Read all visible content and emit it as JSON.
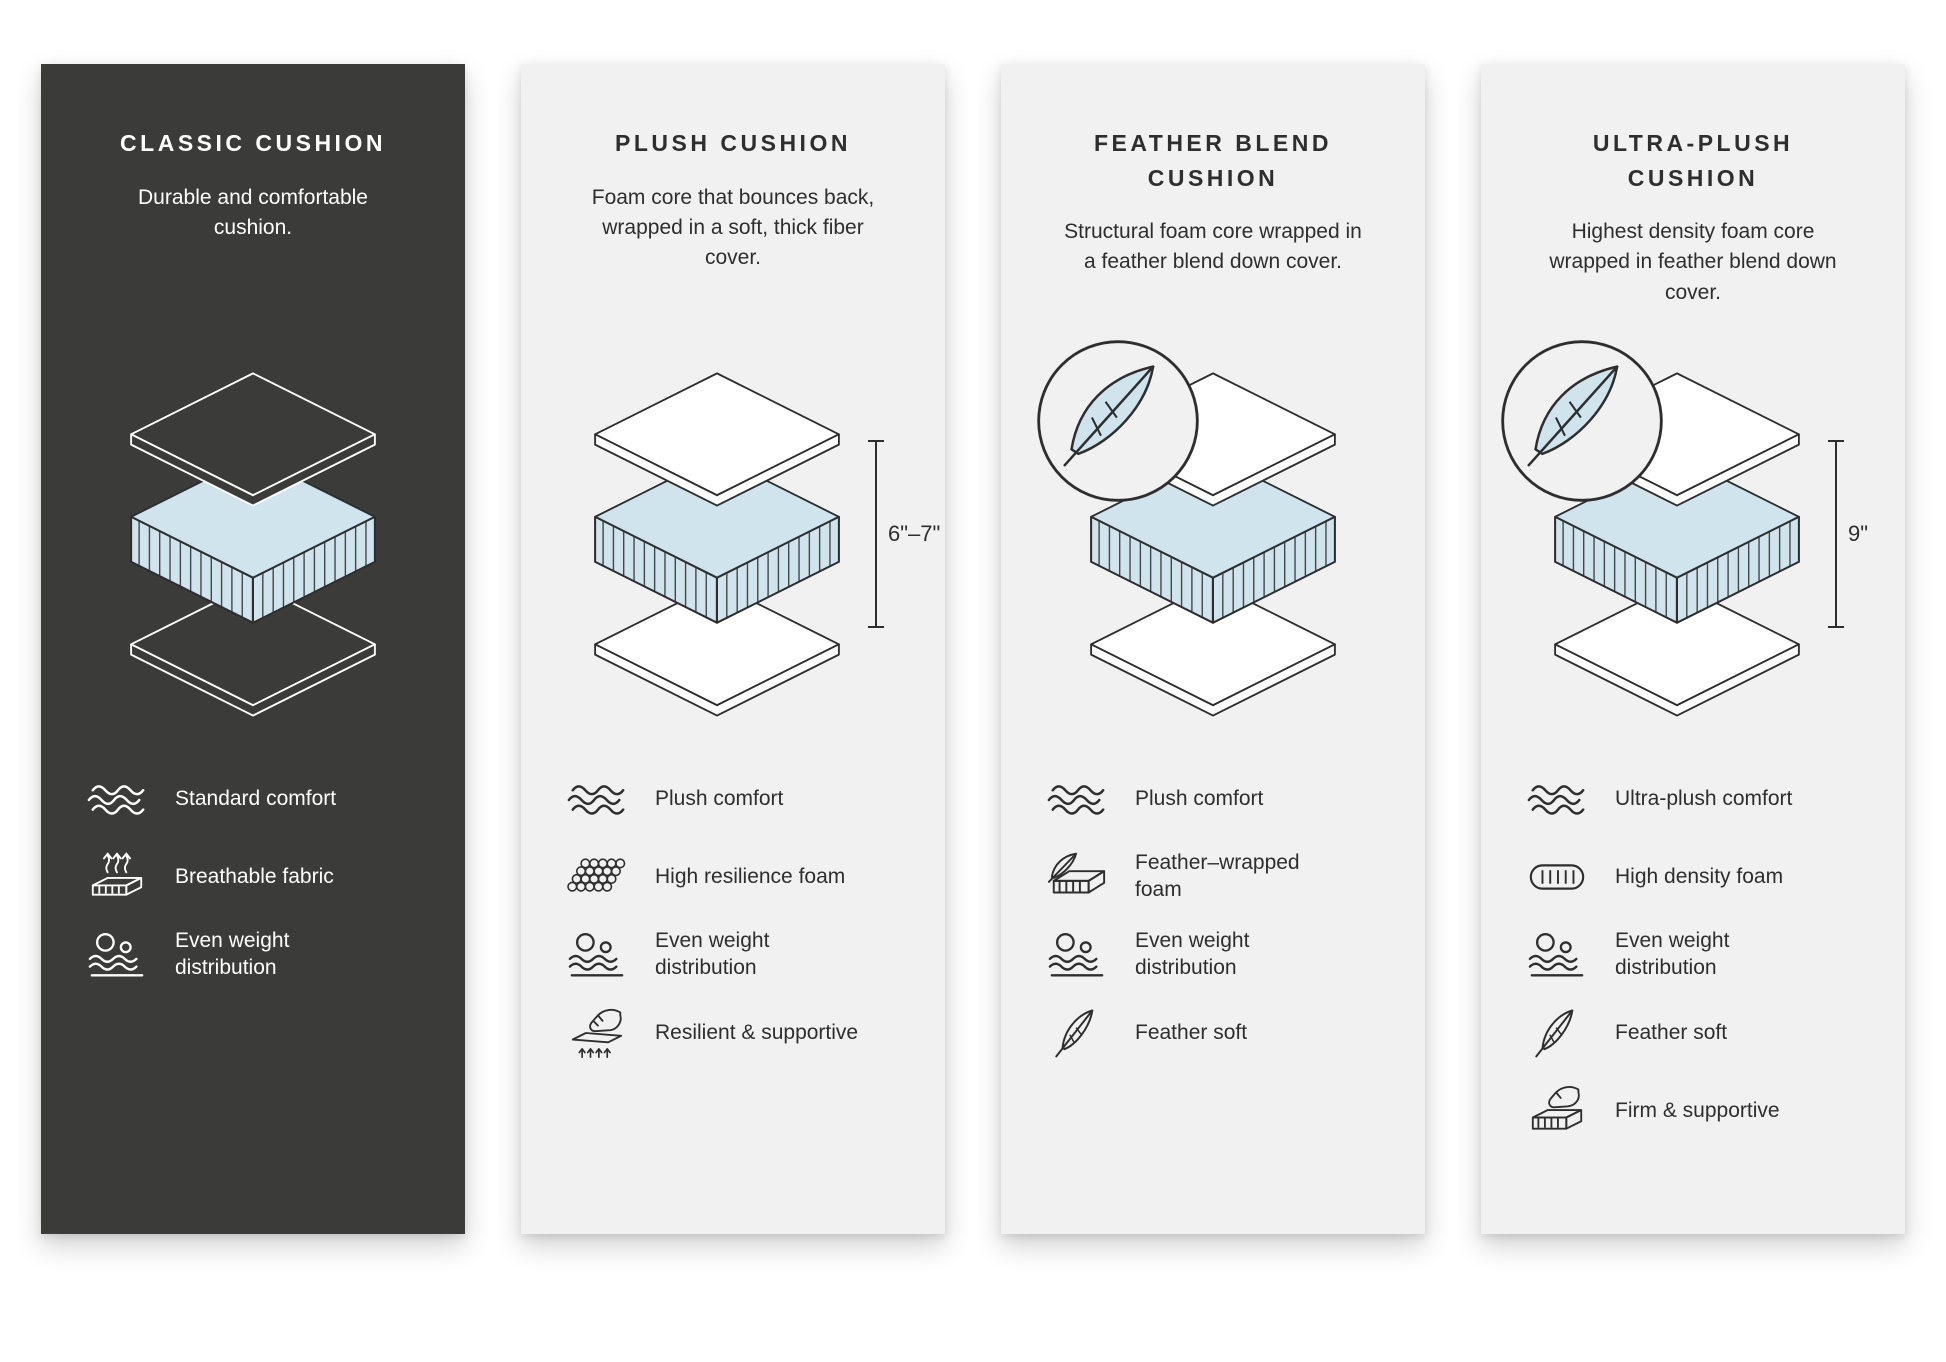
{
  "page": {
    "background": "#ffffff",
    "dark_panel_color": "#3b3b39",
    "light_panel_color": "#f1f1f1",
    "foam_accent_color": "#cfe4ed",
    "line_color": "#2e2e2e"
  },
  "panels": [
    {
      "title": "CLASSIC CUSHION",
      "description": "Durable and comfortable cushion.",
      "features": [
        {
          "icon": "waves-icon",
          "label": "Standard comfort"
        },
        {
          "icon": "breathable-fabric-icon",
          "label": "Breathable fabric"
        },
        {
          "icon": "even-weight-icon",
          "label": "Even weight distribution"
        }
      ]
    },
    {
      "title": "PLUSH CUSHION",
      "description": "Foam core that bounces back, wrapped in a soft, thick fiber cover.",
      "measurement": "6\"–7\"",
      "features": [
        {
          "icon": "waves-icon",
          "label": "Plush comfort"
        },
        {
          "icon": "high-resilience-foam-icon",
          "label": "High resilience foam"
        },
        {
          "icon": "even-weight-icon",
          "label": "Even weight distribution"
        },
        {
          "icon": "resilient-hand-icon",
          "label": "Resilient & supportive"
        }
      ]
    },
    {
      "title": "FEATHER BLEND CUSHION",
      "description": "Structural foam core wrapped in a feather blend down cover.",
      "features": [
        {
          "icon": "waves-icon",
          "label": "Plush comfort"
        },
        {
          "icon": "feather-wrapped-foam-icon",
          "label": "Feather–wrapped foam"
        },
        {
          "icon": "even-weight-icon",
          "label": "Even weight distribution"
        },
        {
          "icon": "feather-icon",
          "label": "Feather soft"
        }
      ]
    },
    {
      "title": "ULTRA-PLUSH CUSHION",
      "description": "Highest density foam core wrapped in feather blend down cover.",
      "measurement": "9\"",
      "features": [
        {
          "icon": "waves-icon",
          "label": "Ultra-plush comfort"
        },
        {
          "icon": "high-density-foam-icon",
          "label": "High density foam"
        },
        {
          "icon": "even-weight-icon",
          "label": "Even weight distribution"
        },
        {
          "icon": "feather-icon",
          "label": "Feather soft"
        },
        {
          "icon": "firm-supportive-icon",
          "label": "Firm & supportive"
        }
      ]
    }
  ]
}
